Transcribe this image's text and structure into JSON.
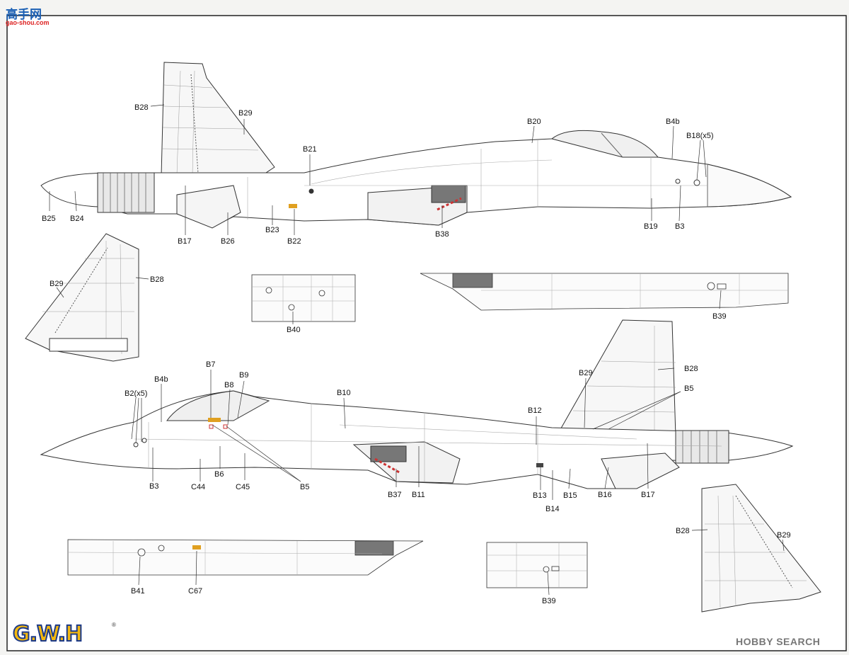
{
  "watermark": {
    "top_logo_text": "高手网",
    "top_logo_sub": "gao-shou.com"
  },
  "brand": {
    "logo_text": "G.W.H",
    "registered_mark": "®"
  },
  "credit": {
    "text": "HOBBY SEARCH"
  },
  "top_view_labels": {
    "b28": "B28",
    "b29": "B29",
    "b21": "B21",
    "b20": "B20",
    "b4b": "B4b",
    "b18": "B18(x5)",
    "b25": "B25",
    "b24": "B24",
    "b17": "B17",
    "b26": "B26",
    "b23": "B23",
    "b22": "B22",
    "b38": "B38",
    "b19": "B19",
    "b3": "B3"
  },
  "fin_left_labels": {
    "b29": "B29",
    "b28": "B28"
  },
  "panel_b40_labels": {
    "b40": "B40"
  },
  "panel_b39_top_labels": {
    "b39": "B39"
  },
  "bottom_view_labels": {
    "b7": "B7",
    "b9": "B9",
    "b8": "B8",
    "b4b": "B4b",
    "b2": "B2(x5)",
    "b10": "B10",
    "b12": "B12",
    "b29": "B29",
    "b28": "B28",
    "b5a": "B5",
    "b3": "B3",
    "c44": "C44",
    "b6": "B6",
    "c45": "C45",
    "b5b": "B5",
    "b37": "B37",
    "b11": "B11",
    "b13": "B13",
    "b14": "B14",
    "b15": "B15",
    "b16": "B16",
    "b17": "B17"
  },
  "panel_b41_labels": {
    "b41": "B41",
    "c67": "C67"
  },
  "panel_b39_bottom_labels": {
    "b39": "B39"
  },
  "fin_right_labels": {
    "b28": "B28",
    "b29": "B29"
  }
}
